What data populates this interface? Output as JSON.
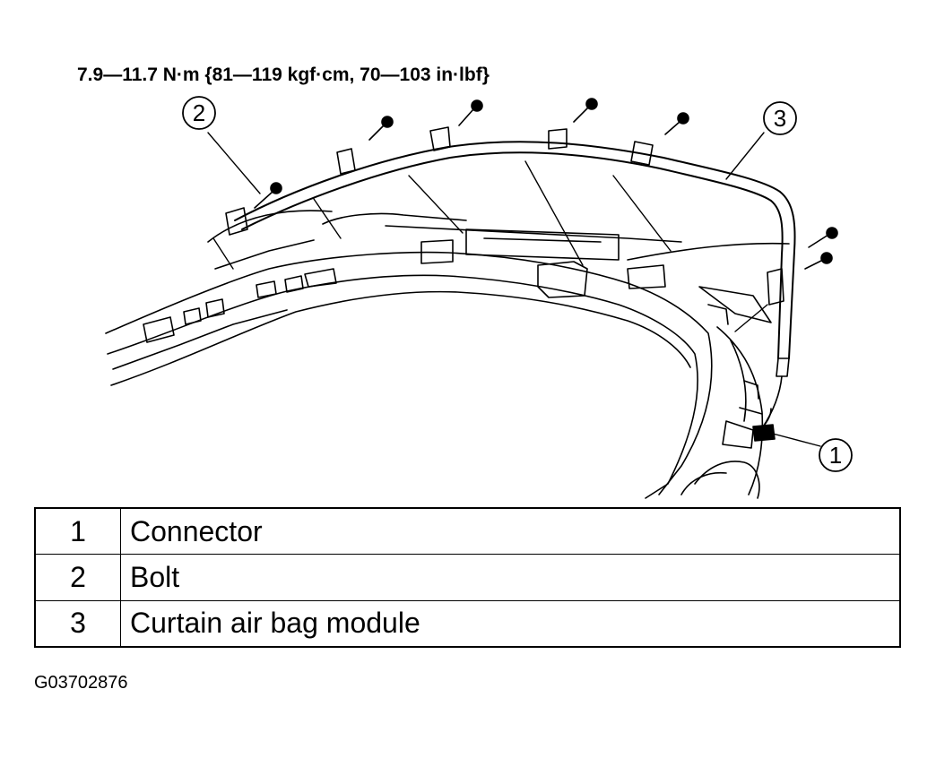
{
  "torque_spec": "7.9—11.7 N·m {81—119 kgf·cm, 70—103 in·lbf}",
  "callouts": [
    {
      "number": "1",
      "part": "connector"
    },
    {
      "number": "2",
      "part": "bolt"
    },
    {
      "number": "3",
      "part": "curtain-air-bag-module"
    }
  ],
  "legend": {
    "rows": [
      {
        "number": "1",
        "label": "Connector"
      },
      {
        "number": "2",
        "label": "Bolt"
      },
      {
        "number": "3",
        "label": "Curtain air bag module"
      }
    ]
  },
  "figure_code": "G03702876"
}
